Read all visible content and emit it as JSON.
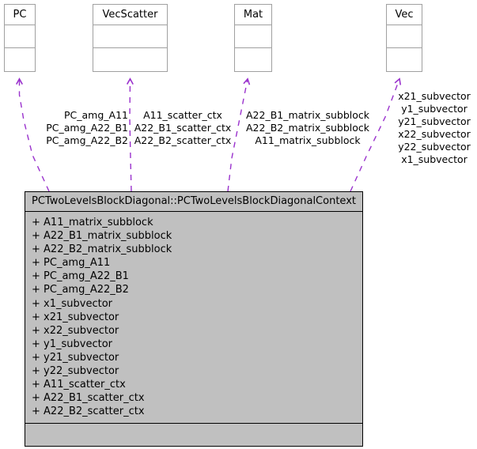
{
  "diagram": {
    "kind": "uml-collaboration-diagram",
    "edge_color": "#9a32cd",
    "main_box_fill": "#c0c0c0",
    "base_box_fill": "#ffffff",
    "border_color": "#a0a0a0"
  },
  "base_classes": [
    {
      "name": "PC"
    },
    {
      "name": "VecScatter"
    },
    {
      "name": "Mat"
    },
    {
      "name": "Vec"
    }
  ],
  "main_class": {
    "title": "PCTwoLevelsBlockDiagonal::PCTwoLevelsBlockDiagonalContext",
    "attributes": [
      "+ A11_matrix_subblock",
      "+ A22_B1_matrix_subblock",
      "+ A22_B2_matrix_subblock",
      "+ PC_amg_A11",
      "+ PC_amg_A22_B1",
      "+ PC_amg_A22_B2",
      "+ x1_subvector",
      "+ x21_subvector",
      "+ x22_subvector",
      "+ y1_subvector",
      "+ y21_subvector",
      "+ y22_subvector",
      "+ A11_scatter_ctx",
      "+ A22_B1_scatter_ctx",
      "+ A22_B2_scatter_ctx"
    ],
    "operations": []
  },
  "edge_labels": {
    "pc": [
      "PC_amg_A11",
      "PC_amg_A22_B1",
      "PC_amg_A22_B2"
    ],
    "vecscatter": [
      "A11_scatter_ctx",
      "A22_B1_scatter_ctx",
      "A22_B2_scatter_ctx"
    ],
    "mat": [
      "A22_B1_matrix_subblock",
      "A22_B2_matrix_subblock",
      "A11_matrix_subblock"
    ],
    "vec": [
      "x21_subvector",
      "y1_subvector",
      "y21_subvector",
      "x22_subvector",
      "y22_subvector",
      "x1_subvector"
    ]
  }
}
